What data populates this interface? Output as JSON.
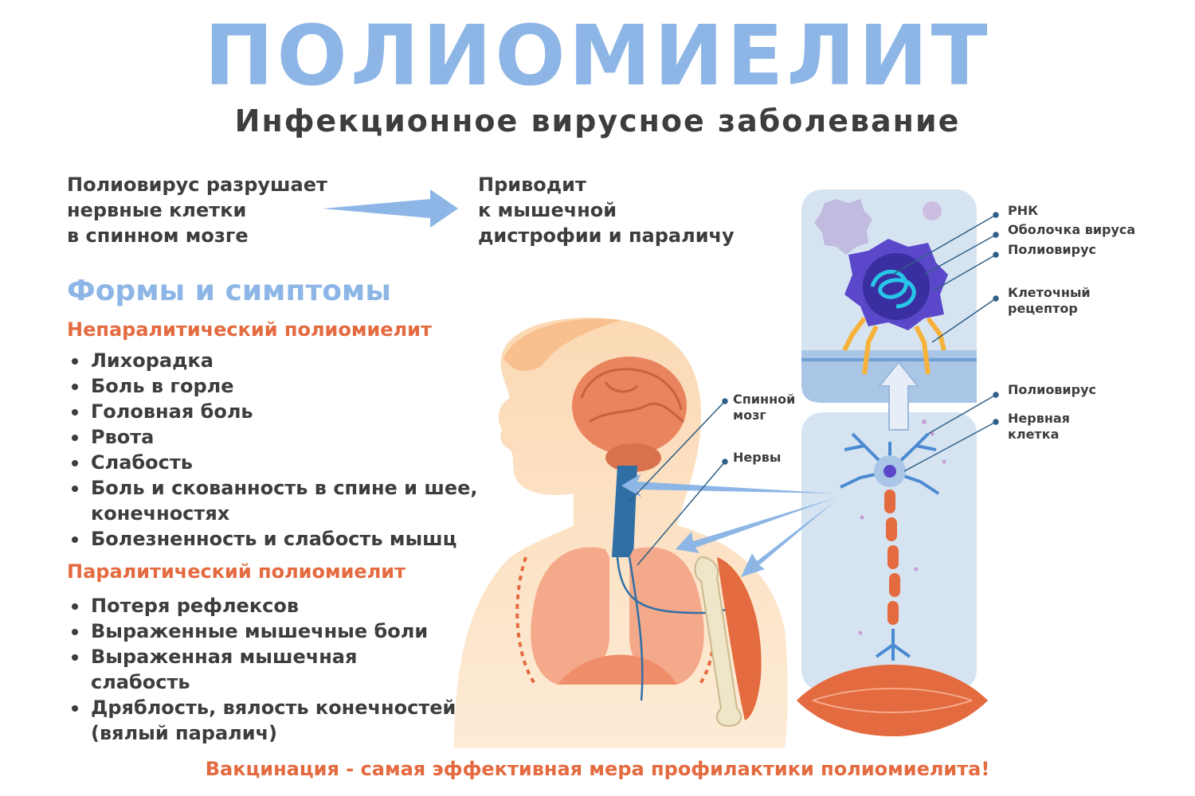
{
  "header": {
    "title": "ПОЛИОМИЕЛИТ",
    "subtitle": "Инфекционное вирусное заболевание"
  },
  "intro": {
    "left_lines": [
      "Полиовирус разрушает",
      "нервные клетки",
      "в спинном мозге"
    ],
    "right_lines": [
      "Приводит",
      "к мышечной",
      "дистрофии и параличу"
    ]
  },
  "forms": {
    "title": "Формы и симптомы",
    "nonparalytic": {
      "heading": "Непаралитический полиомиелит",
      "items": [
        "Лихорадка",
        "Боль в горле",
        "Головная боль",
        "Рвота",
        "Слабость",
        "Боль и скованность в спине и шее, конечностях",
        "Болезненность и слабость мышц"
      ]
    },
    "paralytic": {
      "heading": "Паралитический полиомиелит",
      "items": [
        "Потеря рефлексов",
        "Выраженные мышечные боли",
        "Выраженная мышечная слабость",
        "Дряблость, вялость конечностей (вялый паралич)"
      ]
    }
  },
  "labels": {
    "spinal_cord": [
      "Спинной",
      "мозг"
    ],
    "nerves": "Нервы",
    "rna": "РНК",
    "virus_shell": "Оболочка вируса",
    "poliovirus_top": "Полиовирус",
    "cell_receptor": [
      "Клеточный",
      "рецептор"
    ],
    "poliovirus_bottom": "Полиовирус",
    "nerve_cell": [
      "Нервная",
      "клетка"
    ]
  },
  "footer": "Вакцинация - самая эффективная мера профилактики полиомиелита!",
  "colors": {
    "title_blue": "#8db6e6",
    "accent_orange": "#e46a3f",
    "text_dark": "#3d3d3d",
    "panel_blue": "#d6e4f2"
  }
}
